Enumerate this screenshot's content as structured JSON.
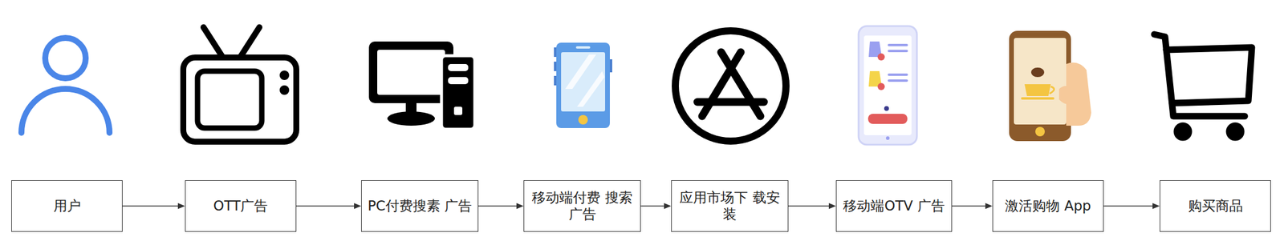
{
  "diagram": {
    "nodes": [
      {
        "text": [
          "用户"
        ]
      },
      {
        "text": [
          "OTT广告"
        ]
      },
      {
        "text": [
          "PC付费搜素 广告"
        ]
      },
      {
        "text": [
          "移动端付费 搜索广告"
        ]
      },
      {
        "text": [
          "应用市场下 载安装"
        ]
      },
      {
        "text": [
          "移动端OTV 广告"
        ]
      },
      {
        "text": [
          "激活购物 App"
        ]
      },
      {
        "text": [
          "购买商品"
        ]
      }
    ],
    "edges": [
      {
        "from": 0,
        "to": 1,
        "arrow": "to"
      },
      {
        "from": 1,
        "to": 2,
        "arrow": "to"
      },
      {
        "from": 2,
        "to": 3,
        "arrow": "to"
      },
      {
        "from": 3,
        "to": 4,
        "arrow": "to"
      },
      {
        "from": 4,
        "to": 5,
        "arrow": "to"
      },
      {
        "from": 5,
        "to": 6,
        "arrow": "to"
      },
      {
        "from": 6,
        "to": 7,
        "arrow": "to"
      }
    ]
  }
}
